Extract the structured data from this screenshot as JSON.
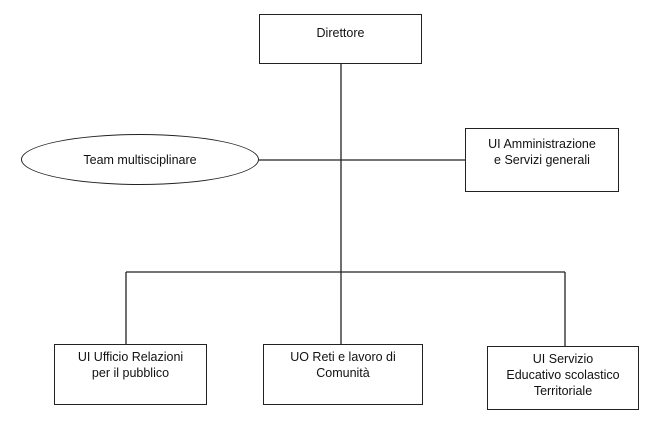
{
  "diagram": {
    "type": "org-chart",
    "nodes": {
      "direttore": "Direttore",
      "amministrazione": "UI Amministrazione\ne Servizi generali",
      "team": "Team multisciplinare",
      "urp": "UI Ufficio Relazioni\nper il pubblico",
      "reti": "UO Reti e lavoro di\nComunità",
      "servizio_educativo": "UI Servizio\nEducativo scolastico\nTerritoriale"
    },
    "edges": [
      [
        "direttore",
        "amministrazione"
      ],
      [
        "direttore",
        "team"
      ],
      [
        "direttore",
        "urp"
      ],
      [
        "direttore",
        "reti"
      ],
      [
        "direttore",
        "servizio_educativo"
      ]
    ],
    "colors": {
      "line": "#222222",
      "fill": "#ffffff",
      "text": "#111111"
    }
  }
}
